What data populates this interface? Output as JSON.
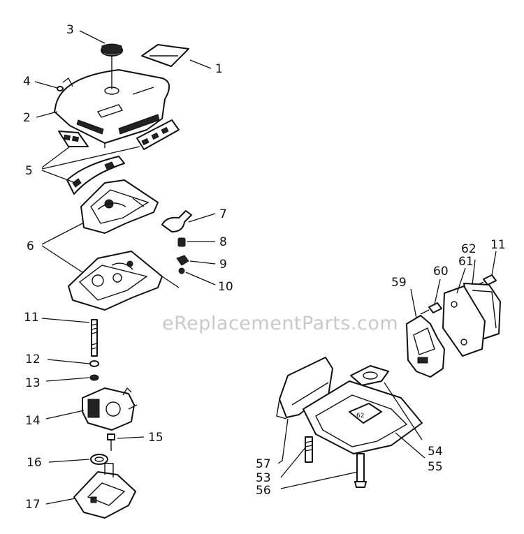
{
  "watermark": "eReplacementParts.com",
  "labels": {
    "p1": "1",
    "p2": "2",
    "p3": "3",
    "p4": "4",
    "p5": "5",
    "p6": "6",
    "p7": "7",
    "p8": "8",
    "p9": "9",
    "p10": "10",
    "p11a": "11",
    "p11b": "11",
    "p12": "12",
    "p13": "13",
    "p14": "14",
    "p15": "15",
    "p16": "16",
    "p17": "17",
    "p53": "53",
    "p54": "54",
    "p55": "55",
    "p56": "56",
    "p57": "57",
    "p59": "59",
    "p60": "60",
    "p61": "61",
    "p62": "62"
  }
}
